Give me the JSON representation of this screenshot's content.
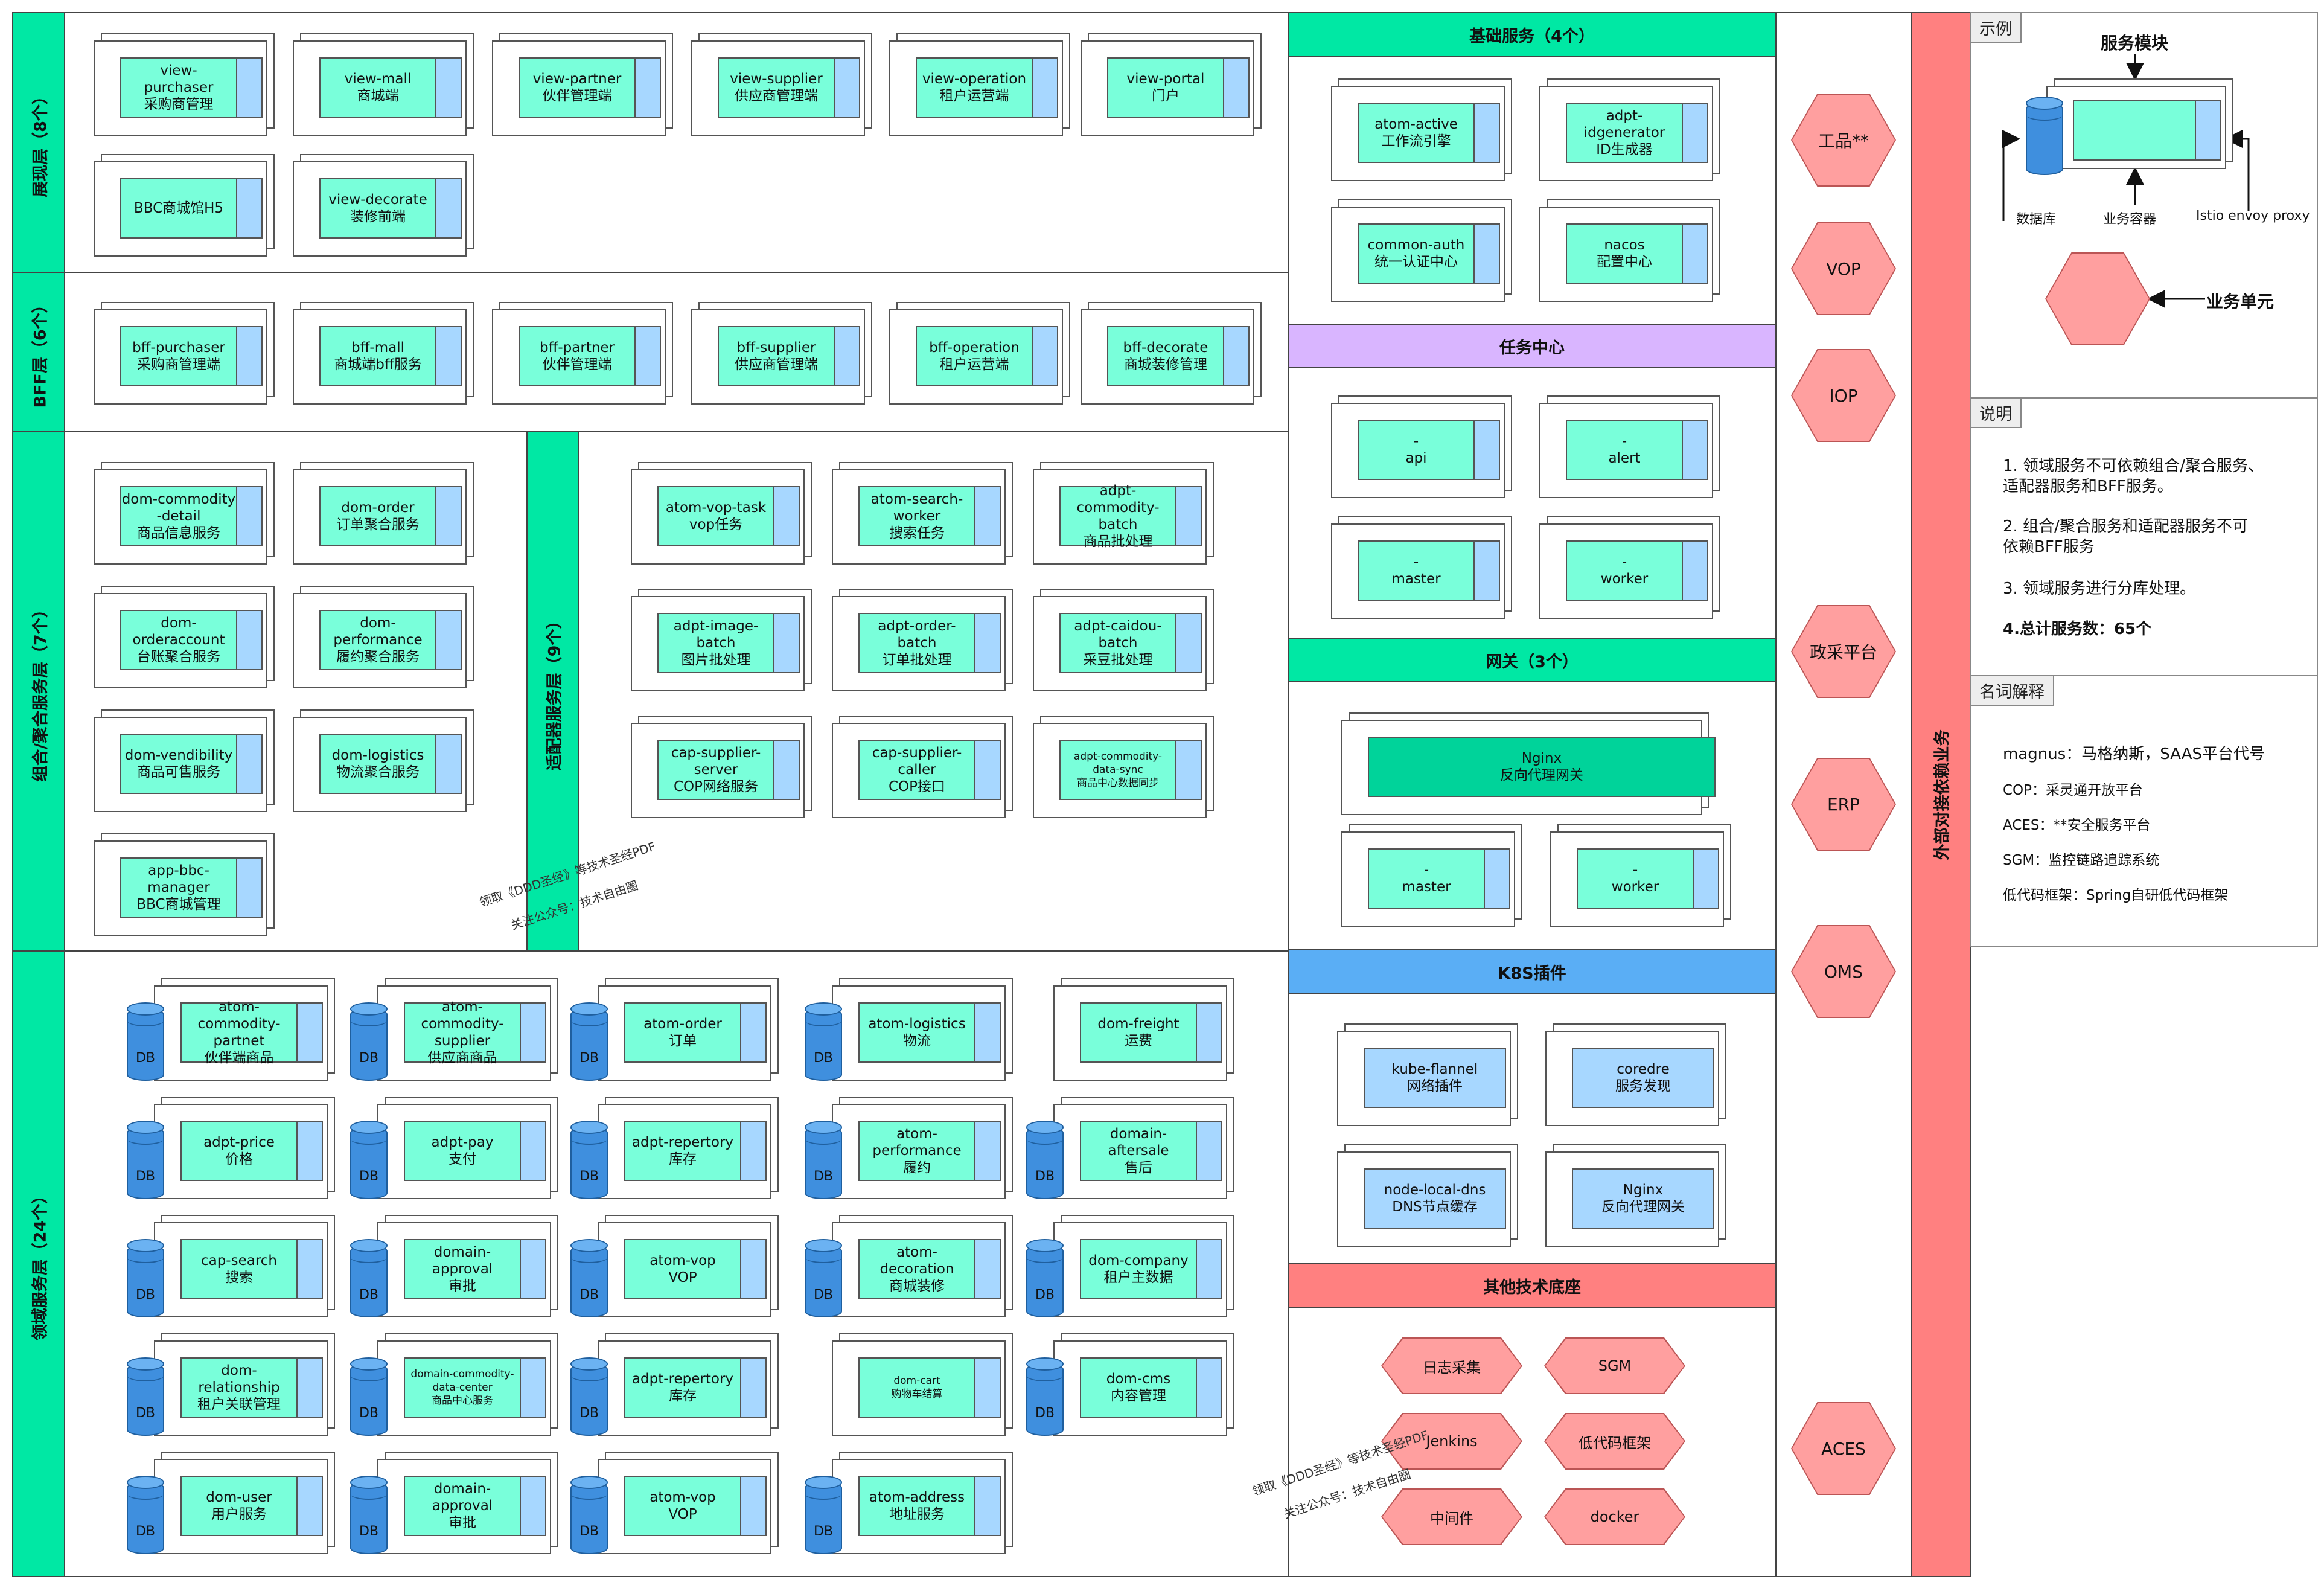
{
  "layers": {
    "view": "展现层（8个）",
    "bff": "BFF层（6个）",
    "composite": "组合/聚合服务层（7个）",
    "adapter": "适配器服务层（9个）",
    "domain": "领域服务层（24个）"
  },
  "view_nodes": [
    "view-\npurchaser\n采购商管理",
    "view-mall\n商城端",
    "view-partner\n伙伴管理端",
    "view-supplier\n供应商管理端",
    "view-operation\n租户运营端",
    "view-portal\n门户",
    "BBC商城馆H5",
    "view-decorate\n装修前端"
  ],
  "bff_nodes": [
    "bff-purchaser\n采购商管理端",
    "bff-mall\n商城端bff服务",
    "bff-partner\n伙伴管理端",
    "bff-supplier\n供应商管理端",
    "bff-operation\n租户运营端",
    "bff-decorate\n商城装修管理"
  ],
  "composite_nodes": [
    "dom-commodity\n-detail\n商品信息服务",
    "dom-order\n订单聚合服务",
    "dom-\norderaccount\n台账聚合服务",
    "dom-\nperformance\n履约聚合服务",
    "dom-vendibility\n商品可售服务",
    "dom-logistics\n物流聚合服务",
    "app-bbc-\nmanager\nBBC商城管理"
  ],
  "adapter_nodes": [
    "atom-vop-task\nvop任务",
    "atom-search-\nworker\n搜索任务",
    "adpt-commodity-\nbatch\n商品批处理",
    "adpt-image-\nbatch\n图片批处理",
    "adpt-order-\nbatch\n订单批处理",
    "adpt-caidou-\nbatch\n采豆批处理",
    "cap-supplier-\nserver\nCOP网络服务",
    "cap-supplier-\ncaller\nCOP接口",
    "adpt-commodity-\ndata-sync\n商品中心数据同步"
  ],
  "domain_nodes": [
    "atom-commodity-\npartnet\n伙伴端商品",
    "atom-commodity-\nsupplier\n供应商商品",
    "atom-order\n订单",
    "atom-logistics\n物流",
    "dom-freight\n运费",
    "adpt-price\n价格",
    "adpt-pay\n支付",
    "adpt-repertory\n库存",
    "atom-performance\n履约",
    "domain-aftersale\n售后",
    "cap-search\n搜索",
    "domain-\napproval\n审批",
    "atom-vop\nVOP",
    "atom-decoration\n商城装修",
    "dom-company\n租户主数据",
    "dom-\nrelationship\n租户关联管理",
    "domain-commodity-\ndata-center\n商品中心服务",
    "adpt-repertory\n库存",
    "dom-cart\n购物车结算",
    "dom-cms\n内容管理",
    "dom-user\n用户服务",
    "domain-\napproval\n审批",
    "atom-vop\nVOP",
    "atom-address\n地址服务"
  ],
  "db_label": "DB",
  "base": {
    "title": "基础服务（4个）",
    "nodes": [
      "atom-active\n工作流引擎",
      "adpt-idgenerator\nID生成器",
      "common-auth\n统一认证中心",
      "nacos\n配置中心"
    ]
  },
  "task": {
    "title": "任务中心",
    "nodes": [
      "-\napi",
      "-\nalert",
      "-\nmaster",
      "-\nworker"
    ]
  },
  "gateway": {
    "title": "网关（3个）",
    "main": "Nginx\n反向代理网关",
    "nodes": [
      "-\nmaster",
      "-\nworker"
    ]
  },
  "k8s": {
    "title": "K8S插件",
    "nodes": [
      "kube-flannel\n网络插件",
      "coredre\n服务发现",
      "node-local-dns\nDNS节点缓存",
      "Nginx\n反向代理网关"
    ]
  },
  "other": {
    "title": "其他技术底座",
    "items": [
      "日志采集",
      "SGM",
      "Jenkins",
      "低代码框架",
      "中间件",
      "docker"
    ]
  },
  "external_hex": [
    "工品**",
    "VOP",
    "IOP",
    "政采平台",
    "ERP",
    "OMS",
    "ACES"
  ],
  "external_label": "外部对接依赖业务",
  "legend": {
    "tab": "示例",
    "module": "服务模块",
    "db": "数据库",
    "container": "业务容器",
    "proxy": "Istio envoy proxy",
    "unit": "业务单元"
  },
  "notes": {
    "tab": "说明",
    "items": [
      "1. 领域服务不可依赖组合/聚合服务、\n适配器服务和BFF服务。",
      "2. 组合/聚合服务和适配器服务不可\n依赖BFF服务",
      "3. 领域服务进行分库处理。"
    ],
    "total": "4.总计服务数：65个"
  },
  "glossary": {
    "tab": "名词解释",
    "items": [
      "magnus：马格纳斯，SAAS平台代号",
      "COP：采灵通开放平台",
      "ACES：**安全服务平台",
      "SGM：监控链路追踪系统",
      "低代码框架：Spring自研低代码框架"
    ]
  },
  "watermark": [
    "领取《DDD圣经》等技术圣经PDF",
    "关注公众号：技术自由圈"
  ],
  "colors": {
    "layer": "#00e8a4",
    "base": "#00e8a4",
    "task": "#d9b5ff",
    "gateway": "#00e8a4",
    "k8s": "#5aaef5",
    "other": "#ff8080",
    "external": "#ff8080"
  }
}
